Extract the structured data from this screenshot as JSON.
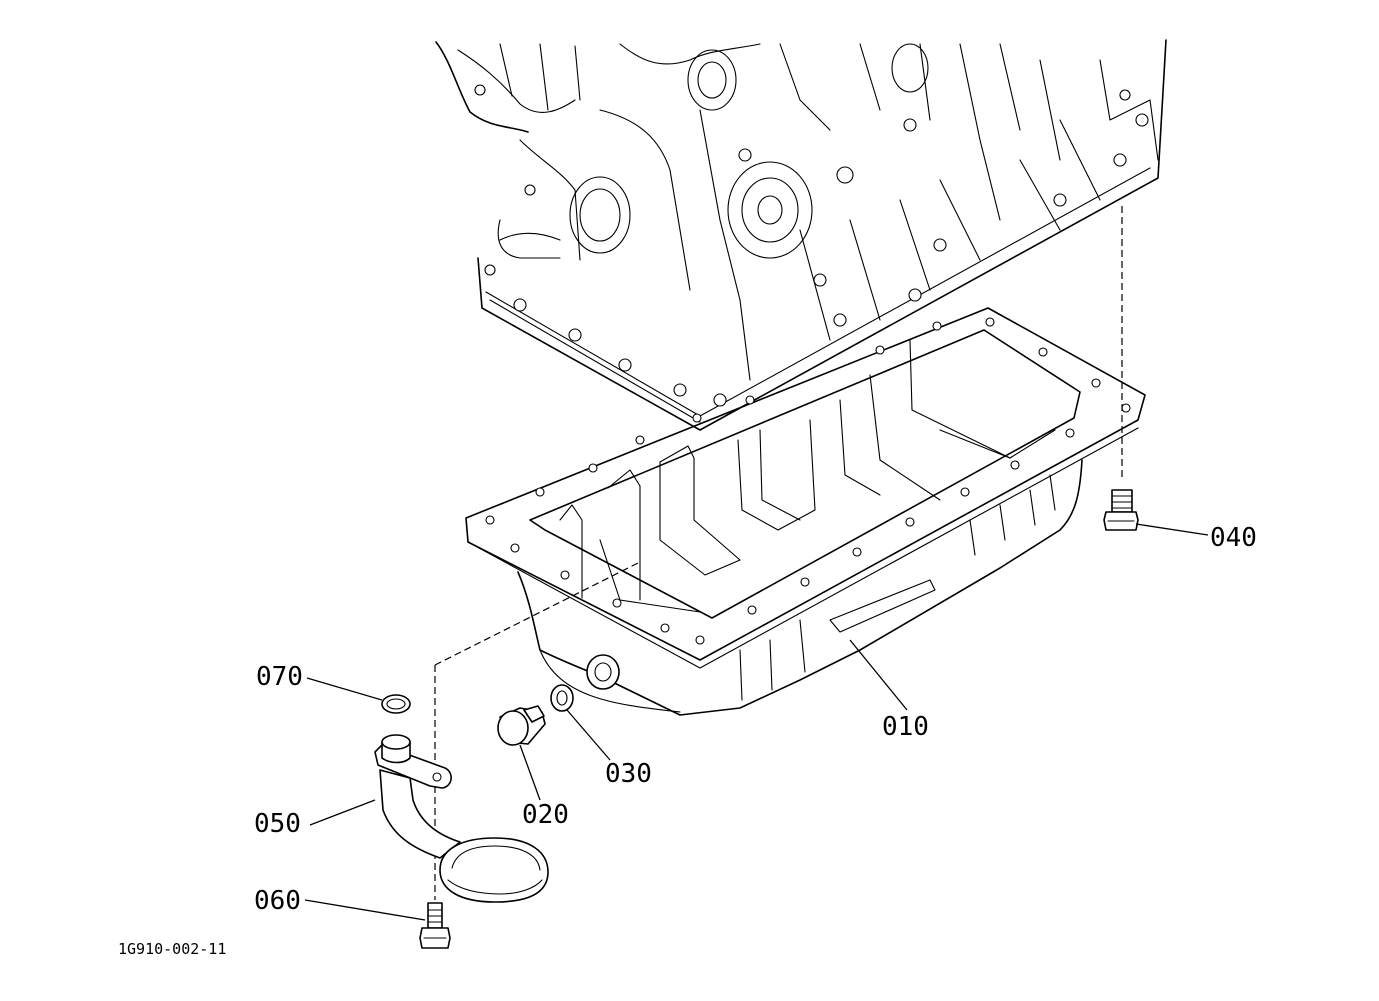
{
  "figure": {
    "document_id": "1G910-002-11",
    "callouts": [
      {
        "id": "010",
        "label": "010"
      },
      {
        "id": "020",
        "label": "020"
      },
      {
        "id": "030",
        "label": "030"
      },
      {
        "id": "040",
        "label": "040"
      },
      {
        "id": "050",
        "label": "050"
      },
      {
        "id": "060",
        "label": "060"
      },
      {
        "id": "070",
        "label": "070"
      }
    ]
  }
}
